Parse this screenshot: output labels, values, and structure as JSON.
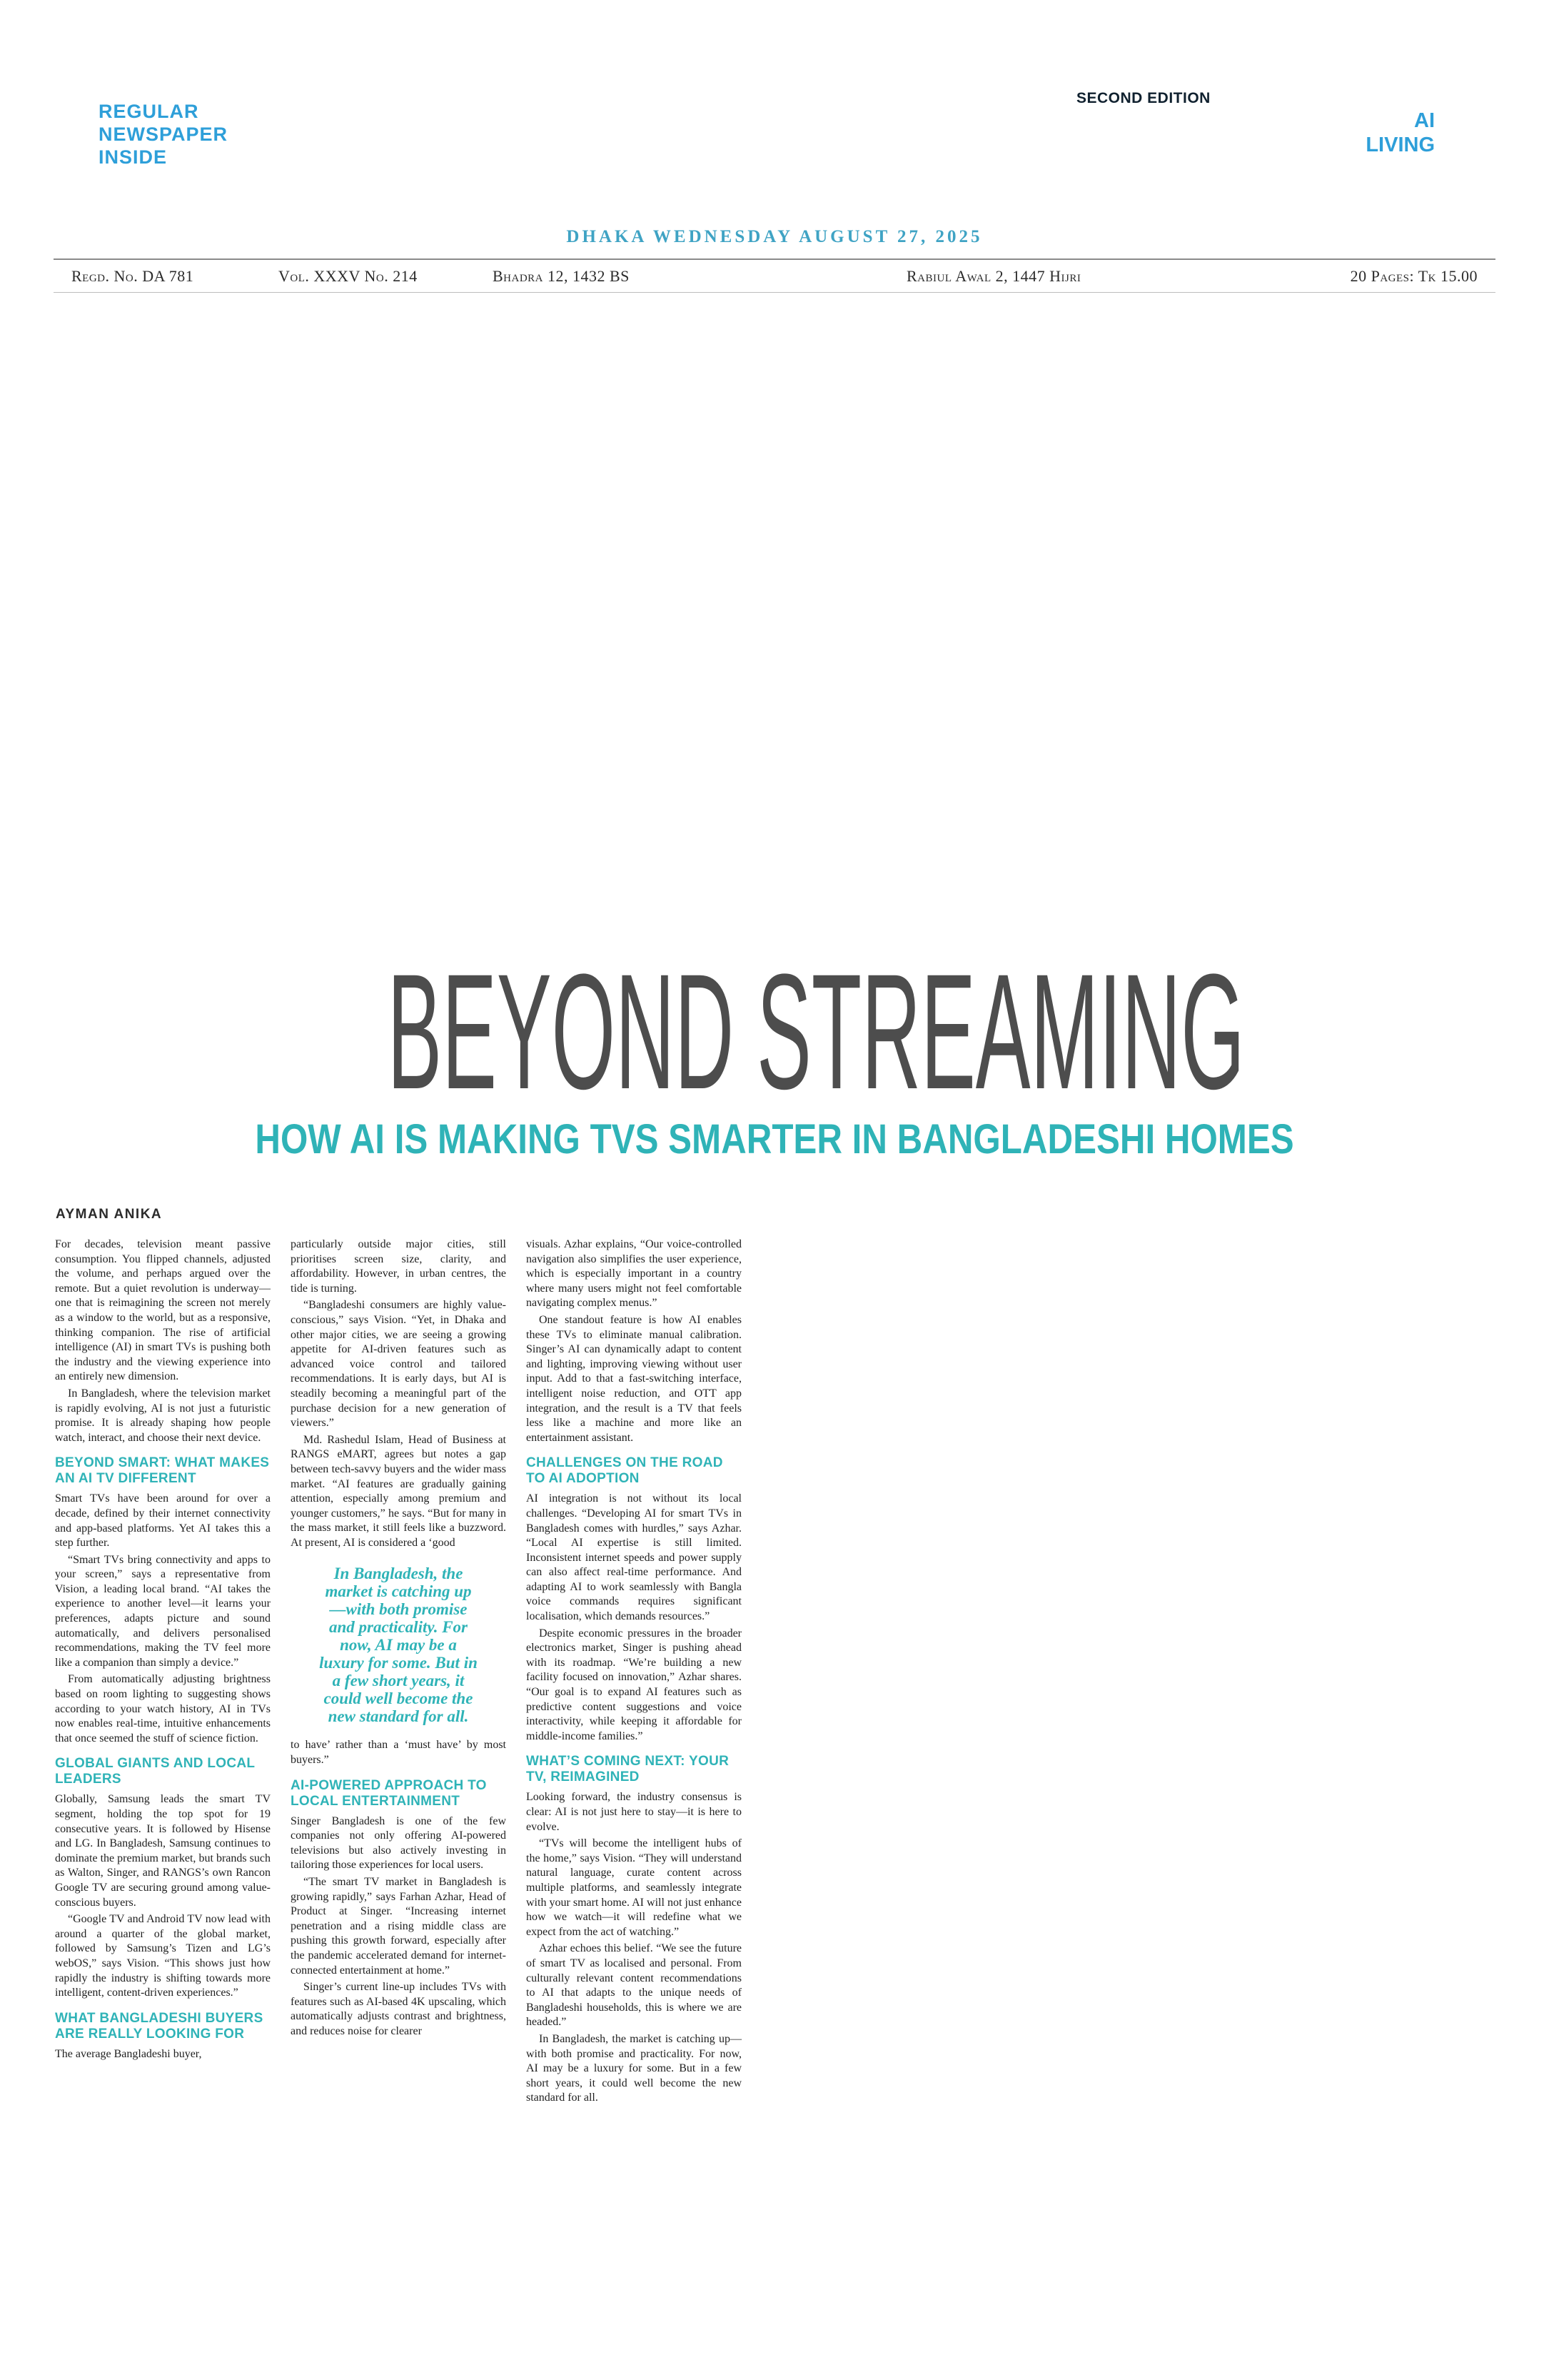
{
  "masthead": {
    "promo_lines": [
      "REGULAR",
      "NEWSPAPER",
      "INSIDE"
    ],
    "edition": "SECOND EDITION",
    "section_lines": [
      "AI",
      "LIVING"
    ],
    "dateline": "DHAKA WEDNESDAY AUGUST 27, 2025",
    "info_items": [
      "Regd. No. DA 781",
      "Vol. XXXV No. 214",
      "Bhadra 12, 1432 BS",
      "Rabiul Awal 2, 1447 Hijri",
      "20 Pages: Tk 15.00"
    ]
  },
  "headline": {
    "title": "BEYOND STREAMING",
    "subtitle": "HOW AI IS MAKING TVS SMARTER IN BANGLADESHI HOMES"
  },
  "byline": "AYMAN ANIKA",
  "colors": {
    "blue": "#2E9FD9",
    "teal": "#2FB3B7",
    "dateline": "#3FA3C4",
    "headline_gray": "#4D4D4D"
  },
  "article": {
    "columns": [
      {
        "blocks": [
          {
            "type": "para",
            "text": "For decades, television meant passive consumption. You flipped channels, adjusted the volume, and perhaps argued over the remote. But a quiet revolution is underway—one that is reimagining the screen not merely as a window to the world, but as a responsive, thinking companion. The rise of artificial intelligence (AI) in smart TVs is pushing both the industry and the viewing experience into an entirely new dimension."
          },
          {
            "type": "para",
            "text": "In Bangladesh, where the television market is rapidly evolving, AI is not just a futuristic promise. It is already shaping how people watch, interact, and choose their next device."
          },
          {
            "type": "heading",
            "text": "BEYOND SMART: WHAT MAKES AN AI TV DIFFERENT"
          },
          {
            "type": "para",
            "text": "Smart TVs have been around for over a decade, defined by their internet connectivity and app-based platforms. Yet AI takes this a step further."
          },
          {
            "type": "para",
            "text": "“Smart TVs bring connectivity and apps to your screen,” says a representative from Vision, a leading local brand. “AI takes the experience to another level—it learns your preferences, adapts picture and sound automatically, and delivers personalised recommendations, making the TV feel more like a companion than simply a device.”"
          },
          {
            "type": "para",
            "text": "From automatically adjusting brightness based on room lighting to suggesting shows according to your watch history, AI in TVs now enables real-time, intuitive enhancements that once seemed the stuff of science fiction."
          },
          {
            "type": "heading",
            "text": "GLOBAL GIANTS AND LOCAL LEADERS"
          },
          {
            "type": "para",
            "text": "Globally, Samsung leads the smart TV segment, holding the top spot for 19 consecutive years. It is followed by Hisense and LG. In Bangladesh, Samsung continues to dominate the premium market, but brands such as Walton, Singer, and RANGS’s own Rancon Google TV are securing ground among value-conscious buyers."
          },
          {
            "type": "para",
            "text": "“Google TV and Android TV now lead with around a quarter of the global market, followed by Samsung’s Tizen and LG’s webOS,” says Vision. “This shows just how rapidly the industry is shifting towards more intelligent, content-driven experiences.”"
          },
          {
            "type": "heading",
            "text": "WHAT BANGLADESHI BUYERS ARE REALLY LOOKING FOR"
          },
          {
            "type": "para",
            "text": "The average Bangladeshi buyer,"
          }
        ]
      },
      {
        "blocks": [
          {
            "type": "para",
            "text": "particularly outside major cities, still prioritises screen size, clarity, and affordability. However, in urban centres, the tide is turning."
          },
          {
            "type": "para",
            "text": "“Bangladeshi consumers are highly value-conscious,” says Vision. “Yet, in Dhaka and other major cities, we are seeing a growing appetite for AI-driven features such as advanced voice control and tailored recommendations. It is early days, but AI is steadily becoming a meaningful part of the purchase decision for a new generation of viewers.”"
          },
          {
            "type": "para",
            "text": "Md. Rashedul Islam, Head of Business at RANGS eMART, agrees but notes a gap between tech-savvy buyers and the wider mass market. “AI features are gradually gaining attention, especially among premium and younger customers,” he says. “But for many in the mass market, it still feels like a buzzword. At present, AI is considered a ‘good"
          },
          {
            "type": "quote",
            "text": "In Bangladesh, the market is catching up—with both promise and practicality. For now, AI may be a luxury for some. But in a few short years, it could well become the new standard for all."
          },
          {
            "type": "para",
            "text": "to have’ rather than a ‘must have’ by most buyers.”"
          },
          {
            "type": "heading",
            "text": "AI-POWERED APPROACH TO LOCAL ENTERTAINMENT"
          },
          {
            "type": "para",
            "text": "Singer Bangladesh is one of the few companies not only offering AI-powered televisions but also actively investing in tailoring those experiences for local users."
          },
          {
            "type": "para",
            "text": "“The smart TV market in Bangladesh is growing rapidly,” says Farhan Azhar, Head of Product at Singer. “Increasing internet penetration and a rising middle class are pushing this growth forward, especially after the pandemic accelerated demand for internet-connected entertainment at home.”"
          },
          {
            "type": "para",
            "text": "Singer’s current line-up includes TVs with features such as AI-based 4K upscaling, which automatically adjusts contrast and brightness, and reduces noise for clearer"
          }
        ]
      },
      {
        "blocks": [
          {
            "type": "para",
            "text": "visuals. Azhar explains, “Our voice-controlled navigation also simplifies the user experience, which is especially important in a country where many users might not feel comfortable navigating complex menus.”"
          },
          {
            "type": "para",
            "text": "One standout feature is how AI enables these TVs to eliminate manual calibration. Singer’s AI can dynamically adapt to content and lighting, improving viewing without user input. Add to that a fast-switching interface, intelligent noise reduction, and OTT app integration, and the result is a TV that feels less like a machine and more like an entertainment assistant."
          },
          {
            "type": "heading",
            "text": "CHALLENGES ON THE ROAD TO AI ADOPTION"
          },
          {
            "type": "para",
            "text": "AI integration is not without its local challenges. “Developing AI for smart TVs in Bangladesh comes with hurdles,” says Azhar. “Local AI expertise is still limited. Inconsistent internet speeds and power supply can also affect real-time performance. And adapting AI to work seamlessly with Bangla voice commands requires significant localisation, which demands resources.”"
          },
          {
            "type": "para",
            "text": "Despite economic pressures in the broader electronics market, Singer is pushing ahead with its roadmap. “We’re building a new facility focused on innovation,” Azhar shares. “Our goal is to expand AI features such as predictive content suggestions and voice interactivity, while keeping it affordable for middle-income families.”"
          },
          {
            "type": "heading",
            "text": "WHAT’S COMING NEXT: YOUR TV, REIMAGINED"
          },
          {
            "type": "para",
            "text": "Looking forward, the industry consensus is clear: AI is not just here to stay—it is here to evolve."
          },
          {
            "type": "para",
            "text": "“TVs will become the intelligent hubs of the home,” says Vision. “They will understand natural language, curate content across multiple platforms, and seamlessly integrate with your smart home. AI will not just enhance how we watch—it will redefine what we expect from the act of watching.”"
          },
          {
            "type": "para",
            "text": "Azhar echoes this belief. “We see the future of smart TV as localised and personal. From culturally relevant content recommendations to AI that adapts to the unique needs of Bangladeshi households, this is where we are headed.”"
          },
          {
            "type": "para",
            "text": "In Bangladesh, the market is catching up—with both promise and practicality. For now, AI may be a luxury for some. But in a few short years, it could well become the new standard for all."
          }
        ]
      }
    ]
  }
}
